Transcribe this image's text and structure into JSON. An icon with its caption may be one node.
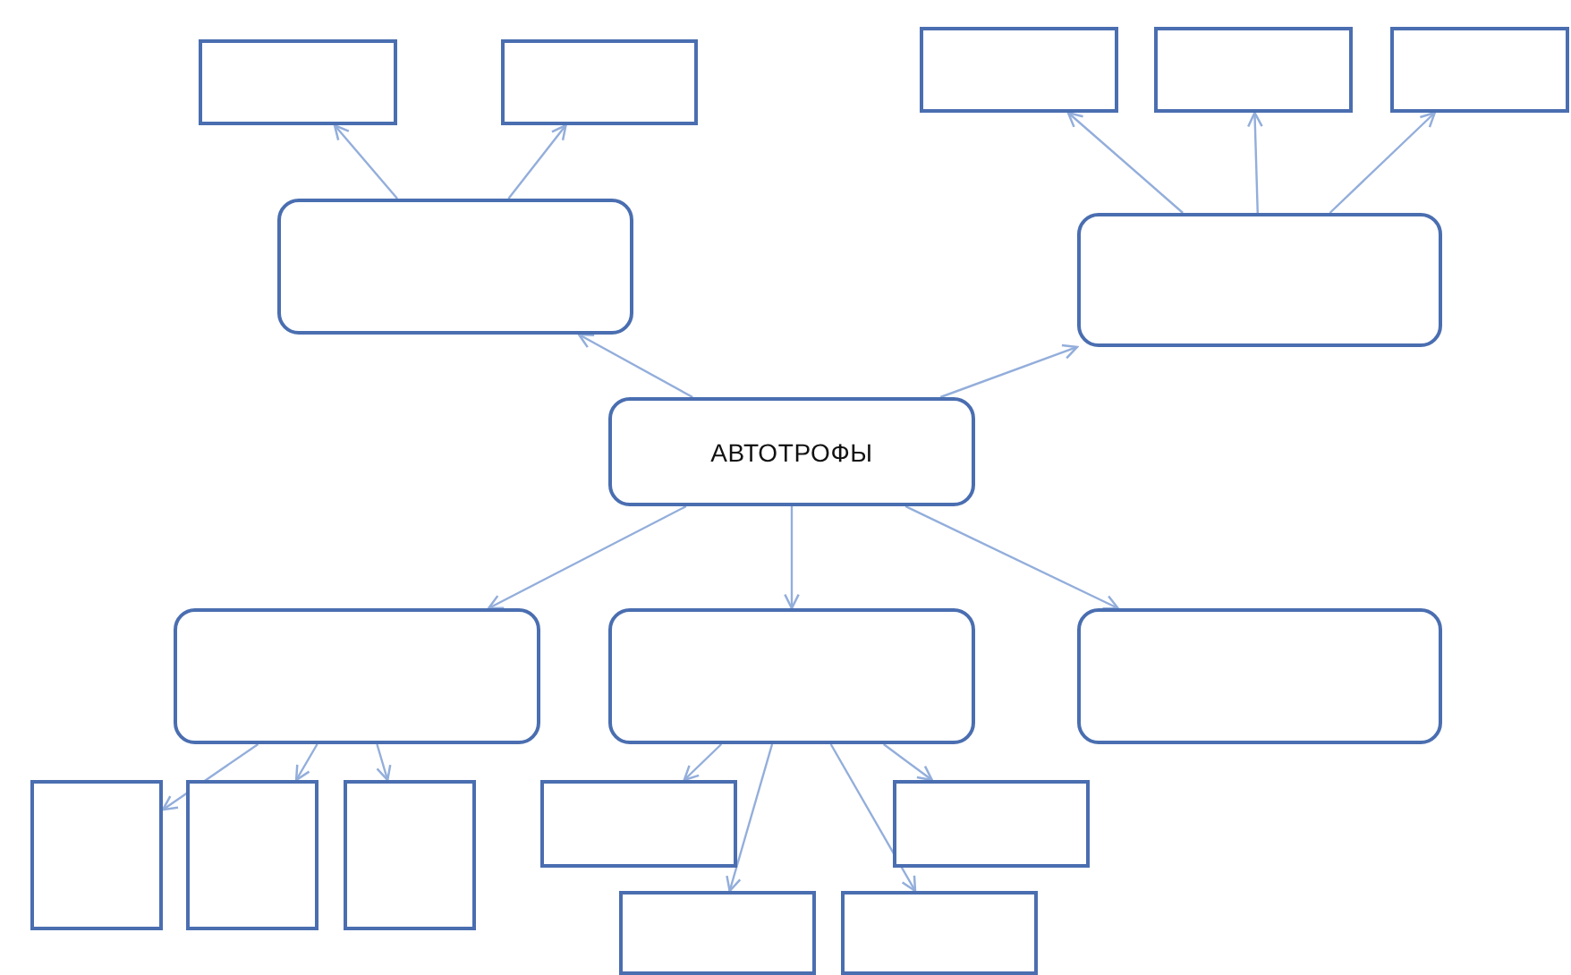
{
  "diagram": {
    "nodes": [
      {
        "text": [],
        "shape": "box"
      },
      {
        "text": [],
        "shape": "box"
      },
      {
        "text": [],
        "shape": "box"
      },
      {
        "text": [],
        "shape": "box"
      },
      {
        "text": [],
        "shape": "box"
      },
      {
        "text": [],
        "shape": "box"
      },
      {
        "text": [],
        "shape": "box"
      },
      {
        "text": [
          "АВТОТРОФЫ"
        ]
      },
      {
        "text": [],
        "shape": "box"
      },
      {
        "text": [],
        "shape": "box"
      },
      {
        "text": [],
        "shape": "box"
      },
      {
        "text": [],
        "shape": "box"
      },
      {
        "text": [],
        "shape": "box"
      },
      {
        "text": [],
        "shape": "box"
      },
      {
        "text": [],
        "shape": "box"
      },
      {
        "text": [],
        "shape": "box"
      },
      {
        "text": [],
        "shape": "box"
      },
      {
        "text": [],
        "shape": "box"
      }
    ],
    "edges": [
      {
        "from": 7,
        "to": 5,
        "arrow": "to"
      },
      {
        "from": 7,
        "to": 6,
        "arrow": "to"
      },
      {
        "from": 7,
        "to": 8,
        "arrow": "to"
      },
      {
        "from": 7,
        "to": 9,
        "arrow": "to"
      },
      {
        "from": 7,
        "to": 10,
        "arrow": "to"
      },
      {
        "from": 5,
        "to": 0,
        "arrow": "to"
      },
      {
        "from": 5,
        "to": 1,
        "arrow": "to"
      },
      {
        "from": 6,
        "to": 2,
        "arrow": "to"
      },
      {
        "from": 6,
        "to": 3,
        "arrow": "to"
      },
      {
        "from": 6,
        "to": 4,
        "arrow": "to"
      },
      {
        "from": 8,
        "to": 11,
        "arrow": "to"
      },
      {
        "from": 8,
        "to": 12,
        "arrow": "to"
      },
      {
        "from": 8,
        "to": 13,
        "arrow": "to"
      },
      {
        "from": 9,
        "to": 14,
        "arrow": "to"
      },
      {
        "from": 9,
        "to": 15,
        "arrow": "to"
      },
      {
        "from": 9,
        "to": 16,
        "arrow": "to"
      },
      {
        "from": 9,
        "to": 17,
        "arrow": "to"
      }
    ]
  }
}
